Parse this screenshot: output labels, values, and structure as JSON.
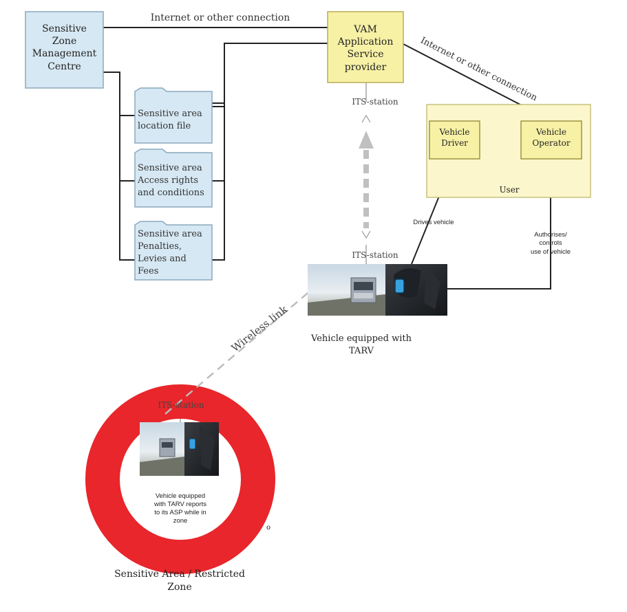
{
  "nodes": {
    "szmc": "Sensitive\nZone\nManagement\nCentre",
    "vam": "VAM\nApplication\nService\nprovider",
    "driver": "Vehicle\nDriver",
    "operator": "Vehicle\nOperator",
    "user": "User"
  },
  "files": {
    "location": "Sensitive area\nlocation file",
    "access": "Sensitive area\nAccess rights\nand conditions",
    "penalties": "Sensitive area\nPenalties,\nLevies and\nFees"
  },
  "connections": {
    "top_link": "Internet or other connection",
    "diag_link": "Internet or other connection",
    "wireless": "Wireless link",
    "drives": "Drives vehicle",
    "authorises": "Authorises/\ncontrols\nuse of vehicle"
  },
  "stations": {
    "asp": "ITS-station",
    "vehicle": "ITS-station",
    "zone": "ITS-station"
  },
  "captions": {
    "vehicle": "Vehicle equipped with\nTARV",
    "zone_inner": "Vehicle equipped\nwith TARV reports\nto its ASP while in\nzone",
    "zone": "Sensitive Area / Restricted\nZone",
    "stray_mark": "o"
  },
  "colors": {
    "blue_box": "#d6e8f3",
    "blue_border": "#8aa9bd",
    "yellow_box": "#f7f1a6",
    "yellow_border": "#b8ae55",
    "user_panel": "#fbf6cb",
    "zone_red": "#e8262b",
    "line": "#222222"
  }
}
